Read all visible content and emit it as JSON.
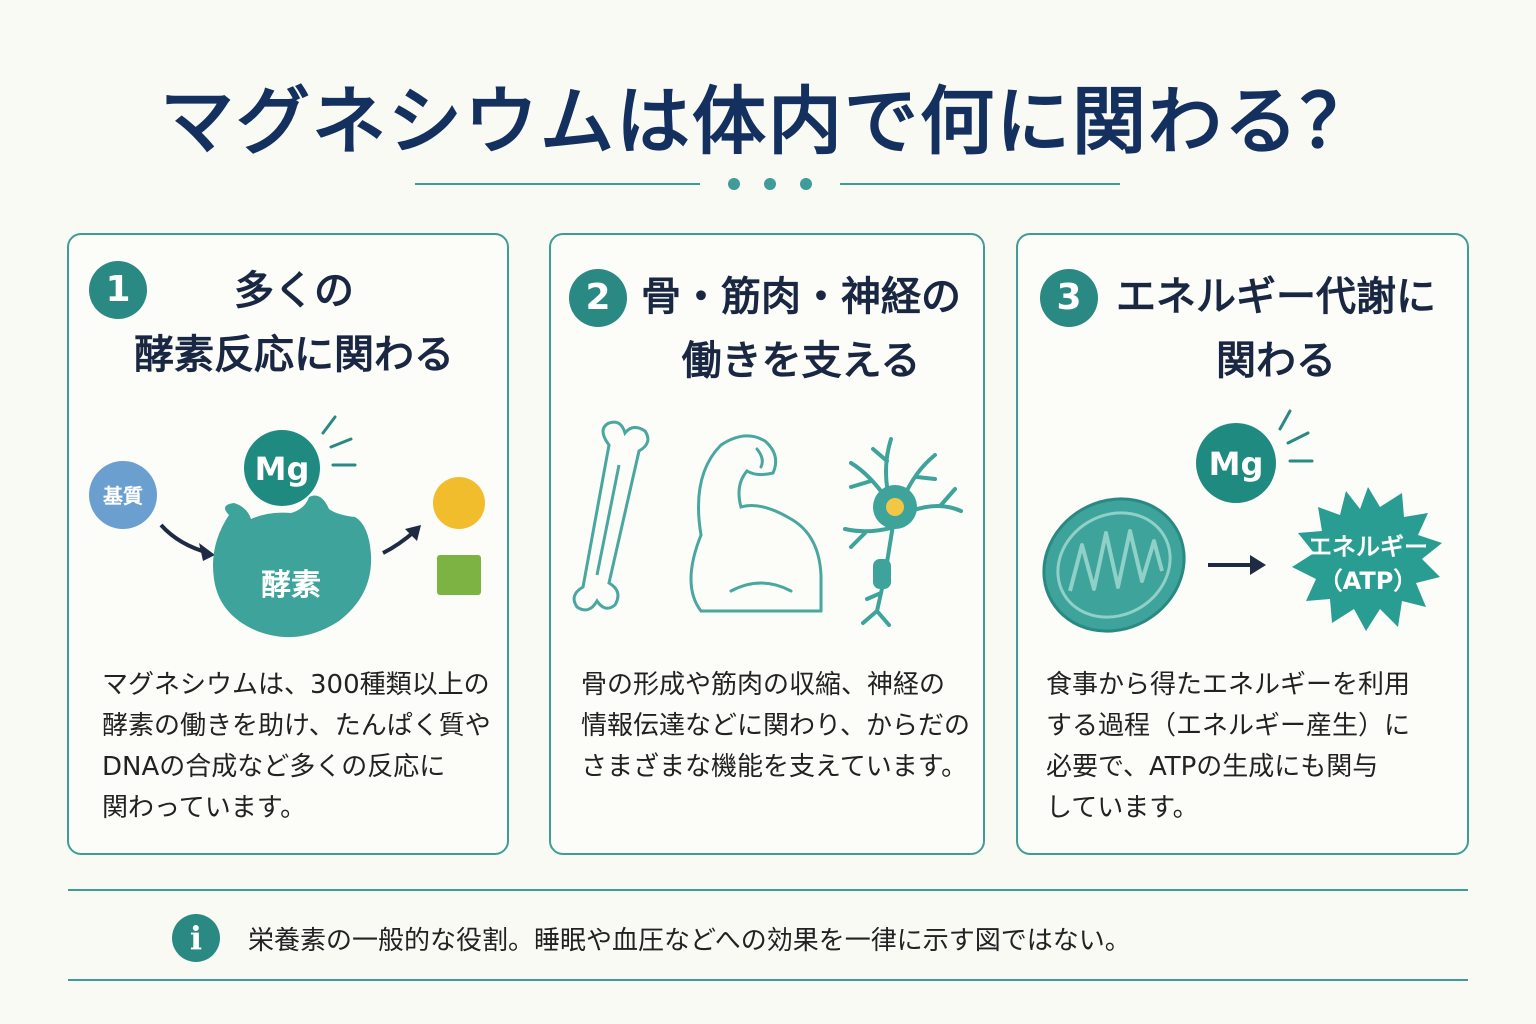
{
  "title": "マグネシウムは体内で何に関わる？",
  "cards": [
    {
      "number": "1",
      "title_lines": [
        "多くの",
        "酵素反応に関わる"
      ],
      "illustration": {
        "mg_label": "Mg",
        "substrate_label": "基質",
        "enzyme_label": "酵素"
      },
      "description_lines": [
        "マグネシウムは、300種類以上の",
        "酵素の働きを助け、たんぱく質や",
        "DNAの合成など多くの反応に",
        "関わっています。"
      ]
    },
    {
      "number": "2",
      "title_lines": [
        "骨・筋肉・神経の",
        "働きを支える"
      ],
      "illustration": {
        "icons": [
          "bone-icon",
          "muscle-arm-icon",
          "neuron-icon"
        ]
      },
      "description_lines": [
        "骨の形成や筋肉の収縮、神経の",
        "情報伝達などに関わり、からだの",
        "さまざまな機能を支えています。"
      ]
    },
    {
      "number": "3",
      "title_lines": [
        "エネルギー代謝に",
        "関わる"
      ],
      "illustration": {
        "mg_label": "Mg",
        "energy_label_1": "エネルギー",
        "energy_label_2": "（ATP）"
      },
      "description_lines": [
        "食事から得たエネルギーを利用",
        "する過程（エネルギー産生）に",
        "必要で、ATPの生成にも関与",
        "しています。"
      ]
    }
  ],
  "note": {
    "icon": "info-icon",
    "text": "栄養素の一般的な役割。睡眠や血圧などへの効果を一律に示す図ではない。"
  },
  "colors": {
    "title": "#14305e",
    "accent_teal": "#2a8a83",
    "border_teal": "#3f9c98",
    "substrate_blue": "#6b9fd0",
    "product_yellow": "#f2bd2c",
    "product_green": "#7cb342"
  }
}
